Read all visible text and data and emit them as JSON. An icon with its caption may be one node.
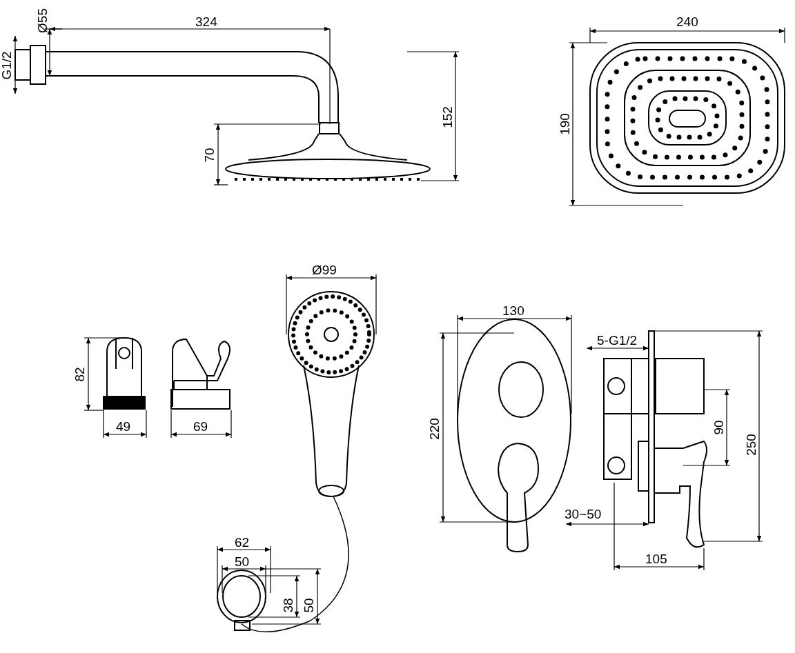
{
  "diagram": {
    "labels": [
      "Ø55",
      "324",
      "240",
      "G1/2",
      "152",
      "190",
      "70",
      "Ø99",
      "130",
      "5-G1/2",
      "82",
      "220",
      "49",
      "69",
      "90",
      "250",
      "30~50",
      "62",
      "50",
      "105",
      "38",
      "50"
    ]
  }
}
